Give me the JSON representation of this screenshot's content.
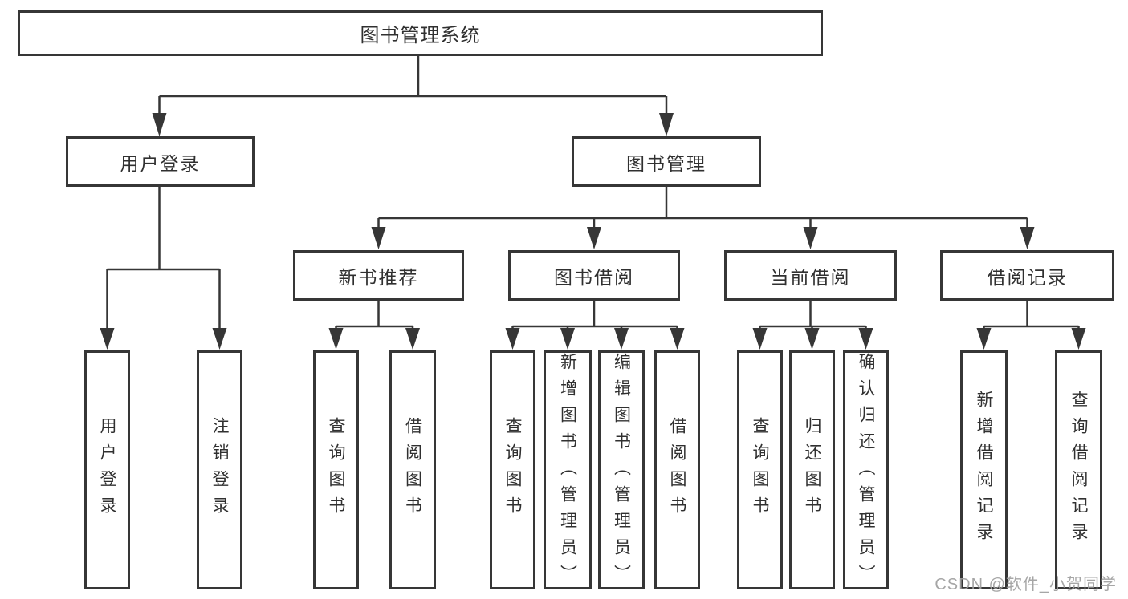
{
  "page": {
    "background_color": "#ffffff",
    "line_color": "#363636",
    "text_color": "#303030"
  },
  "watermark": {
    "text": "CSDN @软件_小贺同学",
    "color": "#9e9e9e"
  },
  "tree": {
    "root": {
      "label": "图书管理系统"
    },
    "branches": [
      {
        "label": "用户登录",
        "children": [
          {
            "label": "用户登录"
          },
          {
            "label": "注销登录"
          }
        ]
      },
      {
        "label": "图书管理",
        "children": [
          {
            "label": "新书推荐",
            "children": [
              {
                "label": "查询图书"
              },
              {
                "label": "借阅图书"
              }
            ]
          },
          {
            "label": "图书借阅",
            "children": [
              {
                "label": "查询图书"
              },
              {
                "label": "新增图书（管理员）"
              },
              {
                "label": "编辑图书（管理员）"
              },
              {
                "label": "借阅图书"
              }
            ]
          },
          {
            "label": "当前借阅",
            "children": [
              {
                "label": "查询图书"
              },
              {
                "label": "归还图书"
              },
              {
                "label": "确认归还（管理员）"
              }
            ]
          },
          {
            "label": "借阅记录",
            "children": [
              {
                "label": "新增借阅记录"
              },
              {
                "label": "查询借阅记录"
              }
            ]
          }
        ]
      }
    ]
  }
}
